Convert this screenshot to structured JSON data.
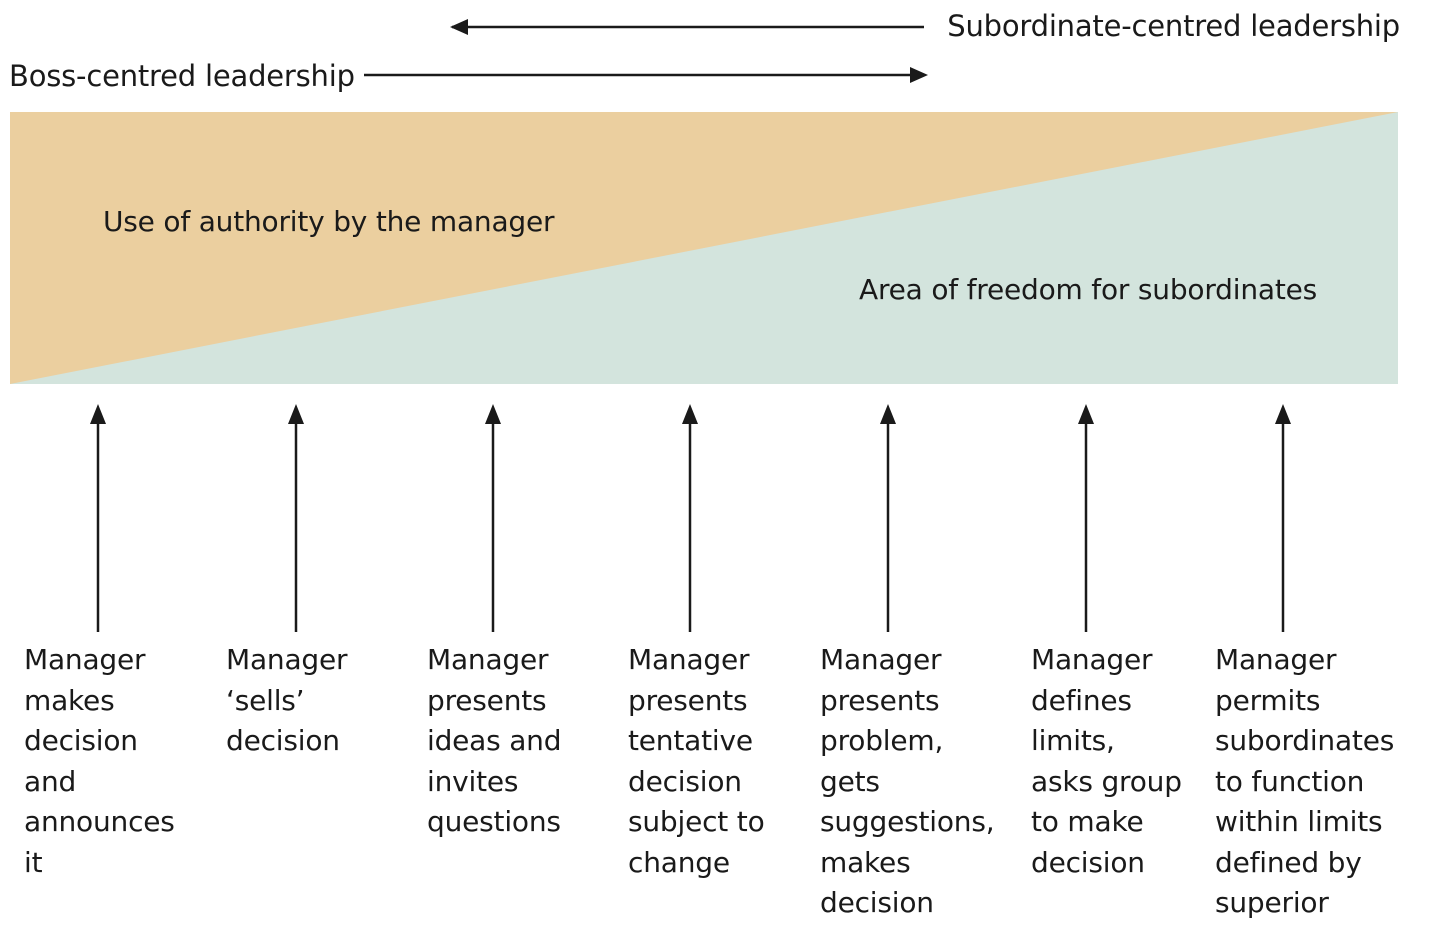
{
  "diagram": {
    "subordinate_heading": "Subordinate-centred leadership",
    "boss_heading": "Boss-centred leadership",
    "authority_label": "Use of authority by the manager",
    "freedom_label": "Area of freedom for subordinates",
    "colors": {
      "authority_fill": "#ebcf9f",
      "freedom_fill": "#d3e4dd",
      "arrow": "#1a1a1a"
    },
    "behaviours": [
      "Manager\nmakes\ndecision\nand\nannounces\nit",
      "Manager\n‘sells’\ndecision",
      "Manager\npresents\nideas and\ninvites\nquestions",
      "Manager\npresents\ntentative\ndecision\nsubject to\nchange",
      "Manager\npresents\nproblem,\ngets\nsuggestions,\nmakes\ndecision",
      "Manager\ndefines\nlimits,\nasks group\nto make\ndecision",
      "Manager\npermits\nsubordinates\nto function\nwithin limits\ndefined by\nsuperior"
    ]
  }
}
